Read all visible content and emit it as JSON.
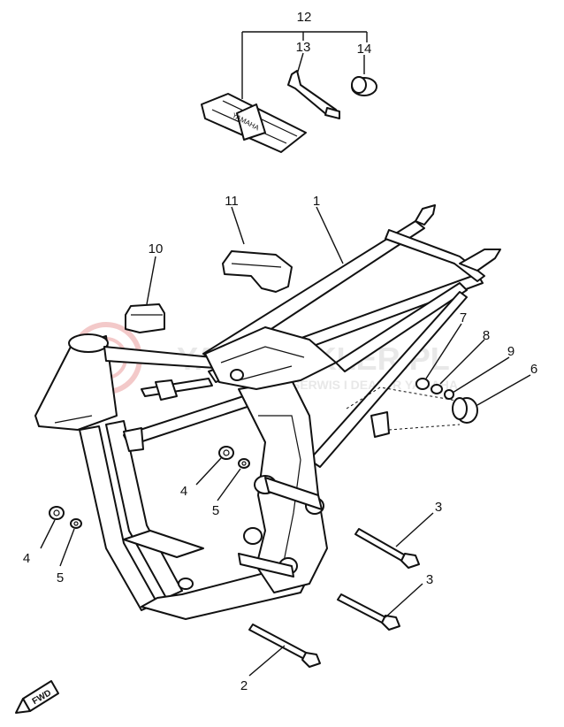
{
  "parts": [
    {
      "id": "1",
      "name": "frame"
    },
    {
      "id": "2",
      "name": "bolt"
    },
    {
      "id": "3",
      "name": "bolt"
    },
    {
      "id": "4",
      "name": "nut"
    },
    {
      "id": "5",
      "name": "washer"
    },
    {
      "id": "6",
      "name": "damper"
    },
    {
      "id": "7",
      "name": "nut"
    },
    {
      "id": "8",
      "name": "washer"
    },
    {
      "id": "9",
      "name": "washer"
    },
    {
      "id": "10",
      "name": "protector"
    },
    {
      "id": "11",
      "name": "protector"
    },
    {
      "id": "12",
      "name": "tool-kit"
    },
    {
      "id": "13",
      "name": "wrench"
    },
    {
      "id": "14",
      "name": "plug"
    }
  ],
  "labels": {
    "p1": "1",
    "p2": "2",
    "p3a": "3",
    "p3b": "3",
    "p4a": "4",
    "p4b": "4",
    "p5a": "5",
    "p5b": "5",
    "p6": "6",
    "p7": "7",
    "p8": "8",
    "p9": "9",
    "p10": "10",
    "p11": "11",
    "p12": "12",
    "p13": "13",
    "p14": "14"
  },
  "toolbag_text": "YAMAHA",
  "fwd_text": "FWD",
  "watermark": {
    "main": "YAMAHAKLER.PL",
    "sub": "SERWIS I DEALER YAMAHA"
  }
}
